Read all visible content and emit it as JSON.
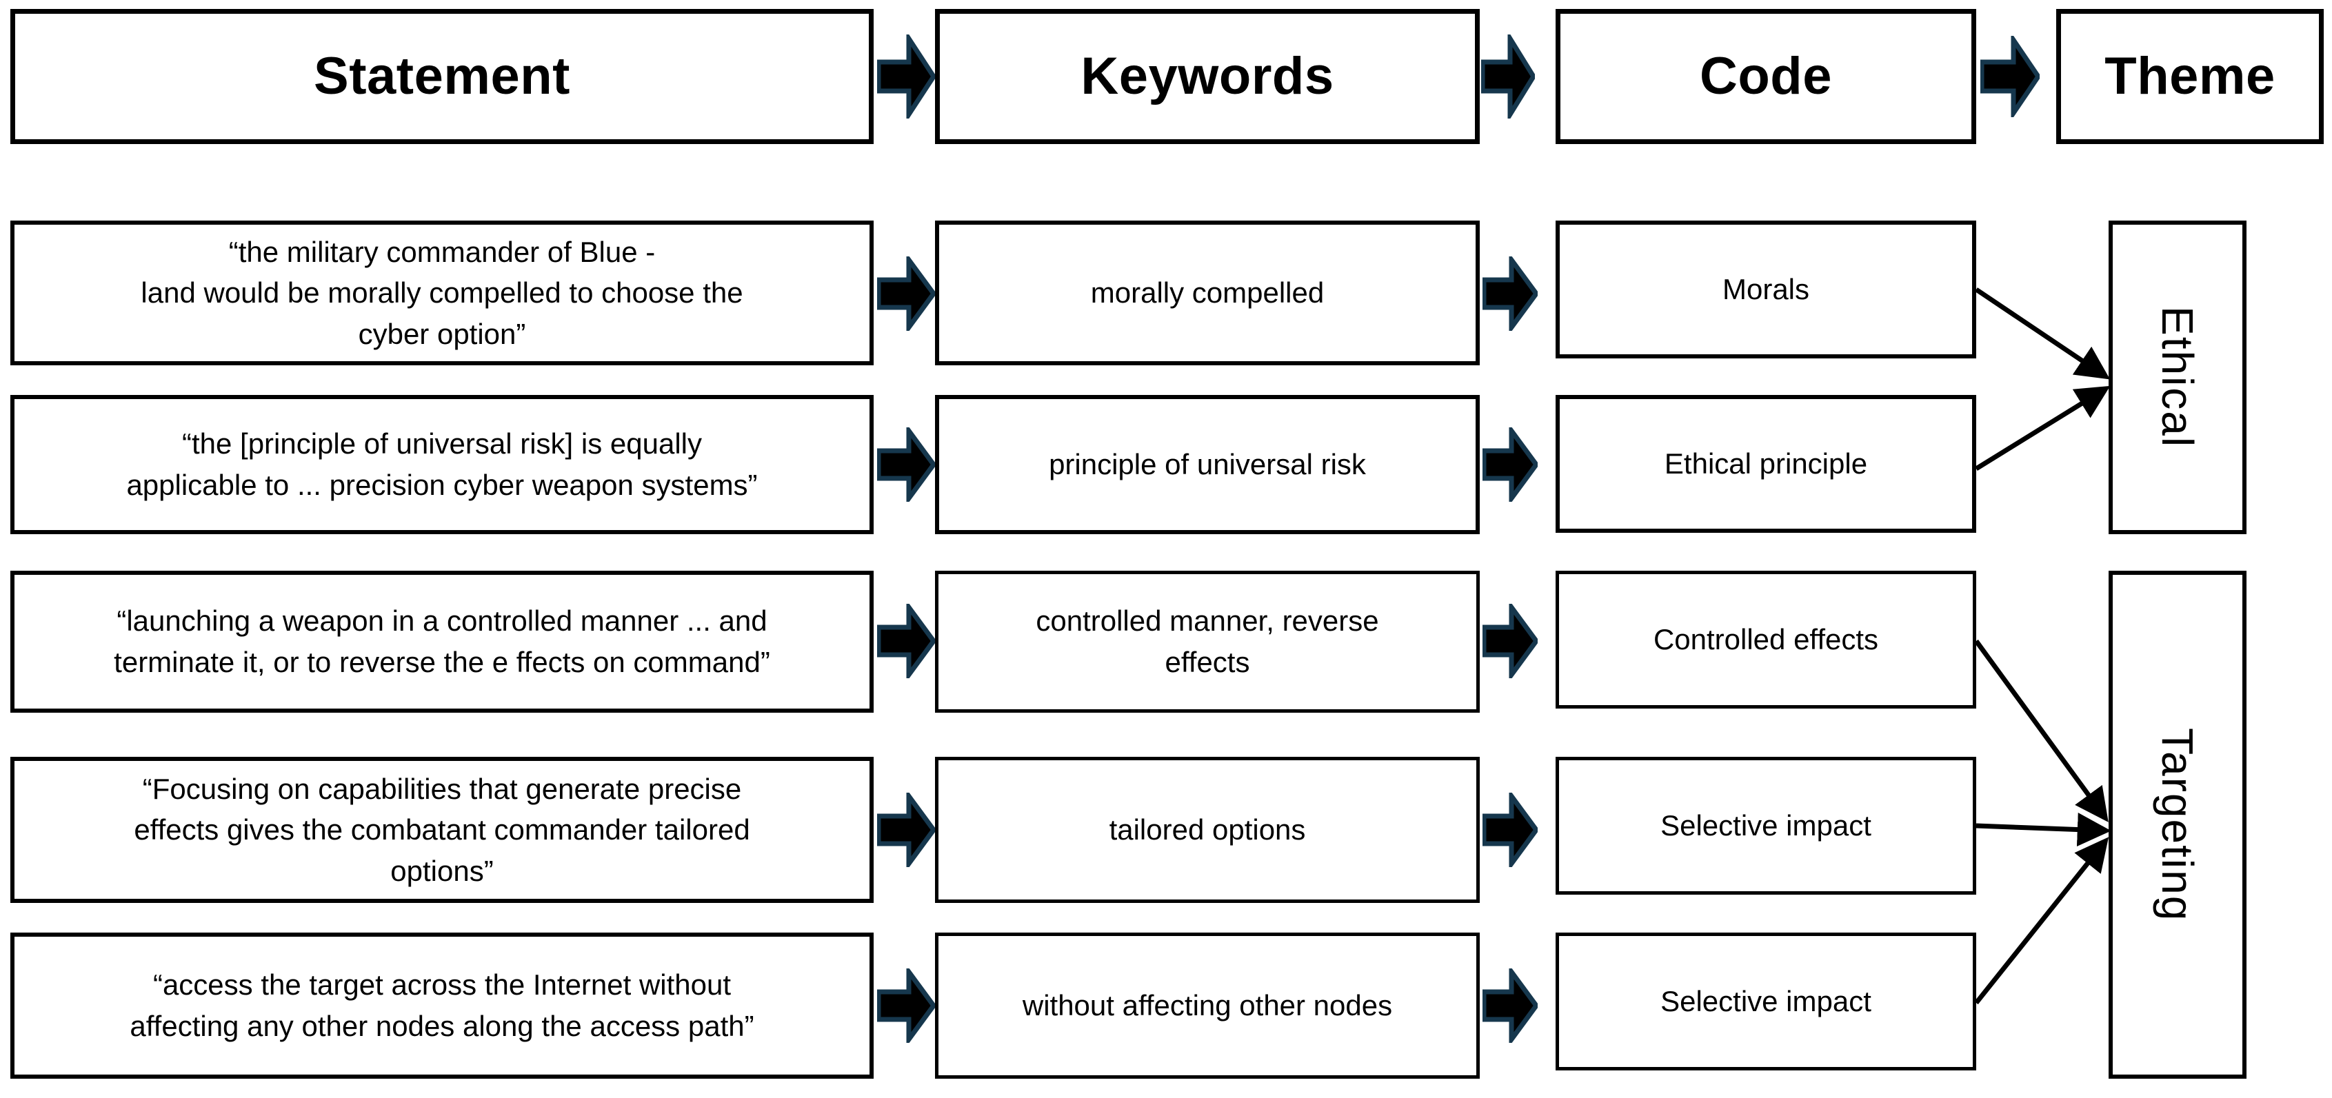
{
  "diagram": {
    "title": "Thematic analysis coding chain",
    "colors": {
      "box_border": "#000000",
      "box_fill": "#ffffff",
      "arrow_fill": "#000000",
      "arrow_outline": "#16374d",
      "connector": "#000000",
      "text": "#000000"
    },
    "headers": [
      {
        "id": "statement",
        "label": "Statement"
      },
      {
        "id": "keywords",
        "label": "Keywords"
      },
      {
        "id": "code",
        "label": "Code"
      },
      {
        "id": "theme",
        "label": "Theme"
      }
    ],
    "header_arrows": [
      {
        "id": "header-arrow-statement-to-keywords",
        "name": "arrow-right-icon"
      },
      {
        "id": "header-arrow-keywords-to-code",
        "name": "arrow-right-icon"
      },
      {
        "id": "header-arrow-code-to-theme",
        "name": "arrow-right-icon"
      }
    ],
    "rows": [
      {
        "id": "row-1",
        "statement": "“the military commander of Blue  -\nland would be morally compelled to choose the\ncyber option”",
        "keyword": "morally compelled",
        "code": "Morals",
        "theme": "Ethical"
      },
      {
        "id": "row-2",
        "statement": "“the [principle of universal risk] is equally\napplicable to ... precision cyber weapon systems”",
        "keyword": "principle of universal risk",
        "code": "Ethical principle",
        "theme": "Ethical"
      },
      {
        "id": "row-3",
        "statement": "“launching a weapon in a controlled manner ... and\nterminate it, or to reverse the e  ffects on command”",
        "keyword": "controlled manner, reverse\neffects",
        "code": "Controlled  effects",
        "theme": "Targeting"
      },
      {
        "id": "row-4",
        "statement": "“Focusing on capabilities that generate precise\neffects gives the combatant commander tailored\noptions”",
        "keyword": "tailored options",
        "code": "Selective impact",
        "theme": "Targeting"
      },
      {
        "id": "row-5",
        "statement": "“access the target across the Internet without\naffecting any other nodes along the access path”",
        "keyword": "without affecting other nodes",
        "code": "Selective impact",
        "theme": "Targeting"
      }
    ],
    "themes": [
      {
        "id": "theme-ethical",
        "label": "Ethical",
        "from_rows": [
          "row-1",
          "row-2"
        ]
      },
      {
        "id": "theme-targeting",
        "label": "Targeting",
        "from_rows": [
          "row-3",
          "row-4",
          "row-5"
        ]
      }
    ],
    "flow": {
      "statement_to_keyword_arrow": "arrow-right-icon",
      "keyword_to_code_arrow": "arrow-right-icon",
      "code_to_theme_connector": "line-arrow"
    }
  }
}
